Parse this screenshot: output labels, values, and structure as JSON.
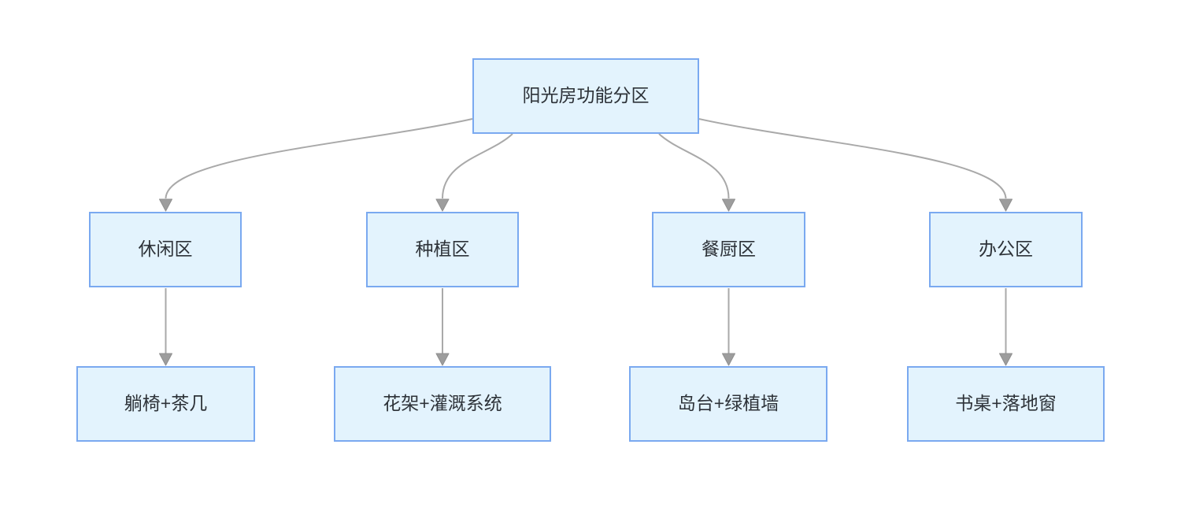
{
  "diagram": {
    "root": {
      "id": "root",
      "label": "阳光房功能分区"
    },
    "level2": [
      {
        "id": "leisure-area",
        "label": "休闲区"
      },
      {
        "id": "planting-area",
        "label": "种植区"
      },
      {
        "id": "dining-area",
        "label": "餐厨区"
      },
      {
        "id": "office-area",
        "label": "办公区"
      }
    ],
    "level3": [
      {
        "id": "leisure-detail",
        "label": "躺椅+茶几"
      },
      {
        "id": "planting-detail",
        "label": "花架+灌溉系统"
      },
      {
        "id": "dining-detail",
        "label": "岛台+绿植墙"
      },
      {
        "id": "office-detail",
        "label": "书桌+落地窗"
      }
    ],
    "edges": [
      {
        "from": "root",
        "to": "leisure-area"
      },
      {
        "from": "root",
        "to": "planting-area"
      },
      {
        "from": "root",
        "to": "dining-area"
      },
      {
        "from": "root",
        "to": "office-area"
      },
      {
        "from": "leisure-area",
        "to": "leisure-detail"
      },
      {
        "from": "planting-area",
        "to": "planting-detail"
      },
      {
        "from": "dining-area",
        "to": "dining-detail"
      },
      {
        "from": "office-area",
        "to": "office-detail"
      }
    ]
  },
  "colors": {
    "node-fill": "#e3f3fd",
    "node-border": "#7aa9f0",
    "edge-line": "#a9a9a9",
    "arrow-fill": "#9d9d9d",
    "arrow-stroke": "#8f8f8f",
    "text": "#2d3238",
    "background": "#ffffff"
  }
}
